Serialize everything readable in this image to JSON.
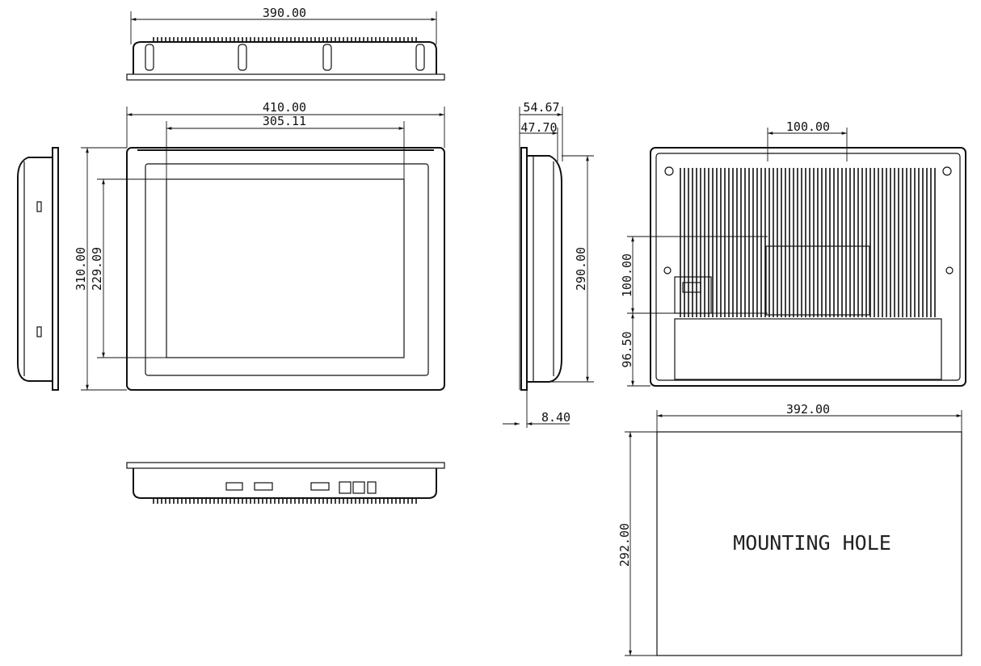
{
  "top_view": {
    "width_dim": "390.00"
  },
  "front_view": {
    "outer_width_dim": "410.00",
    "display_width_dim": "305.11",
    "outer_height_dim": "310.00",
    "display_height_dim": "229.09"
  },
  "side_view": {
    "depth_dim": "54.67",
    "body_depth_dim": "47.70",
    "height_dim": "290.00",
    "flange_dim": "8.40"
  },
  "back_view": {
    "vesa_h_dim": "100.00",
    "vesa_v_dim": "100.00",
    "bottom_offset_dim": "96.50"
  },
  "mounting_hole": {
    "width_dim": "392.00",
    "height_dim": "292.00",
    "label": "MOUNTING HOLE"
  }
}
